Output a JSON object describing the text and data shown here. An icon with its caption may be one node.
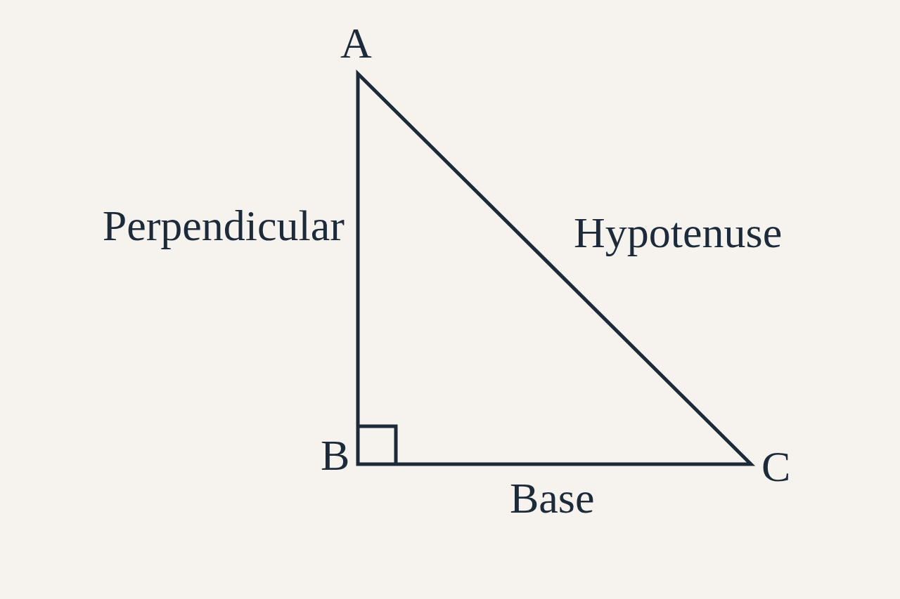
{
  "diagram": {
    "labels": [
      "A",
      "Perpendicular",
      "Hypotenuse",
      "B",
      "C",
      "Base"
    ]
  }
}
